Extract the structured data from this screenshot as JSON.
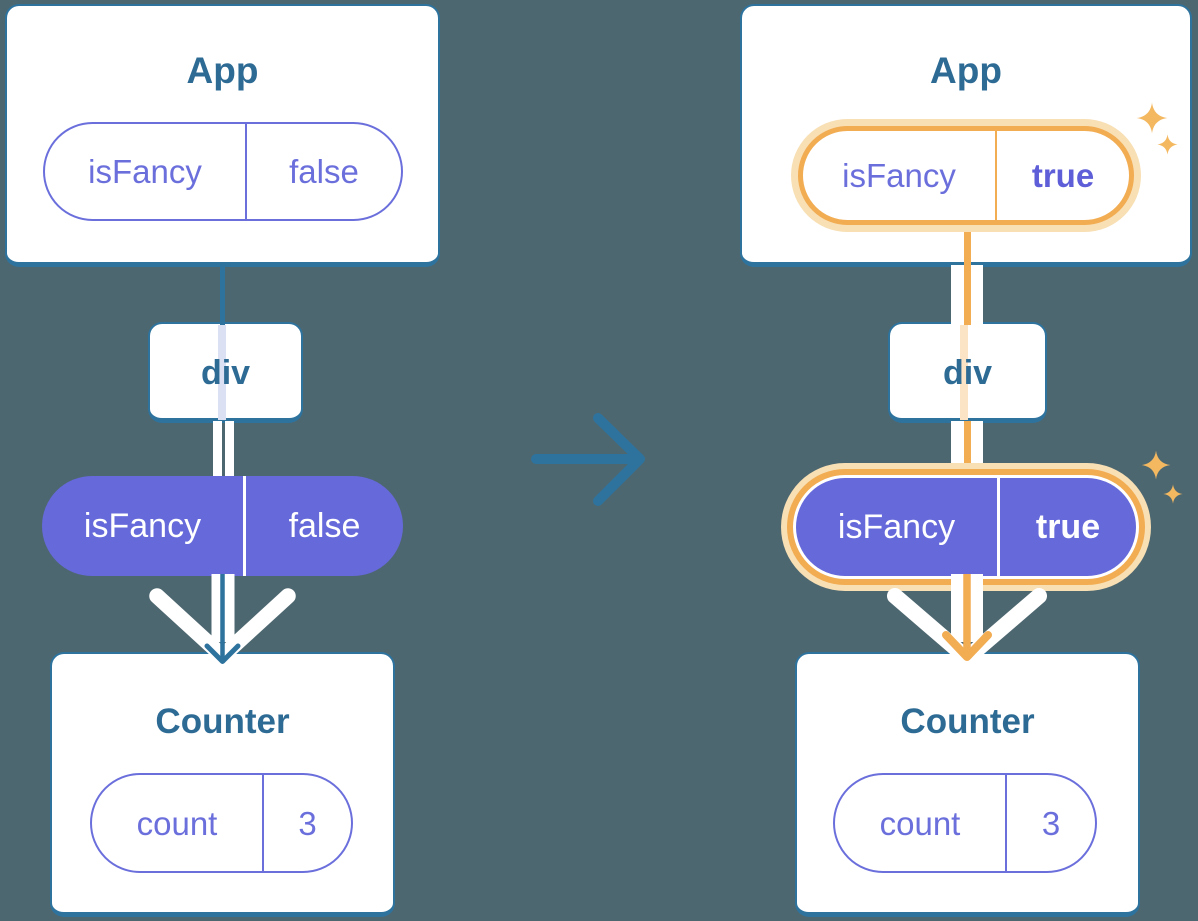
{
  "left_tree": {
    "app": {
      "title": "App",
      "state": {
        "name": "isFancy",
        "value": "false"
      }
    },
    "container": {
      "title": "div"
    },
    "prop": {
      "name": "isFancy",
      "value": "false"
    },
    "counter": {
      "title": "Counter",
      "state": {
        "name": "count",
        "value": "3"
      }
    }
  },
  "right_tree": {
    "app": {
      "title": "App",
      "state": {
        "name": "isFancy",
        "value": "true"
      }
    },
    "container": {
      "title": "div"
    },
    "prop": {
      "name": "isFancy",
      "value": "true"
    },
    "counter": {
      "title": "Counter",
      "state": {
        "name": "count",
        "value": "3"
      }
    }
  },
  "icons": {
    "center_arrow": "right-arrow-icon",
    "flow_arrow": "down-arrow-icon",
    "sparkle": "sparkle-icon"
  },
  "colors": {
    "background": "#4D6770",
    "teal_accent": "#2E739E",
    "title_text": "#2D6B95",
    "purple_outline": "#6B6FDC",
    "purple_fill": "#6569DA",
    "orange": "#F2AC52",
    "orange_halo": "#F8DFB4",
    "sparkle": "#F4B860",
    "periwinkle_line": "#DBE1F3",
    "peach_line": "#FBE4C5",
    "card_background": "#FFFFFF"
  }
}
